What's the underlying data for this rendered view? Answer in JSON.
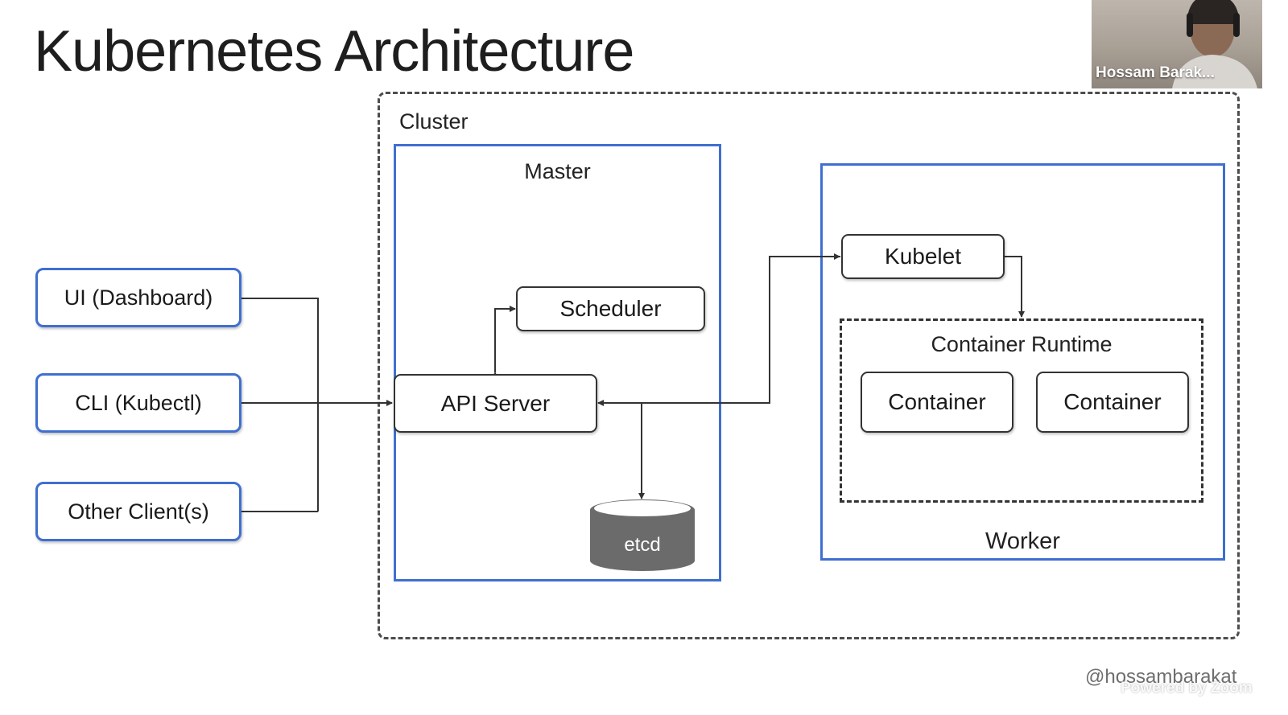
{
  "slide": {
    "title": "Kubernetes Architecture",
    "watermark": "@hossambarakat"
  },
  "diagram": {
    "clients": [
      {
        "label": "UI (Dashboard)"
      },
      {
        "label": "CLI (Kubectl)"
      },
      {
        "label": "Other Client(s)"
      }
    ],
    "cluster": {
      "label": "Cluster",
      "master": {
        "label": "Master",
        "scheduler": "Scheduler",
        "api_server": "API Server",
        "etcd": "etcd"
      },
      "worker": {
        "label": "Worker",
        "kubelet": "Kubelet",
        "container_runtime": {
          "label": "Container Runtime",
          "containers": [
            "Container",
            "Container"
          ]
        }
      }
    },
    "colors": {
      "node_border": "#3f6fd0",
      "line": "#333333",
      "etcd": "#6b6b6b"
    }
  },
  "video": {
    "participant_name": "Hossam Barak...",
    "footer": "Powered by Zoom"
  }
}
